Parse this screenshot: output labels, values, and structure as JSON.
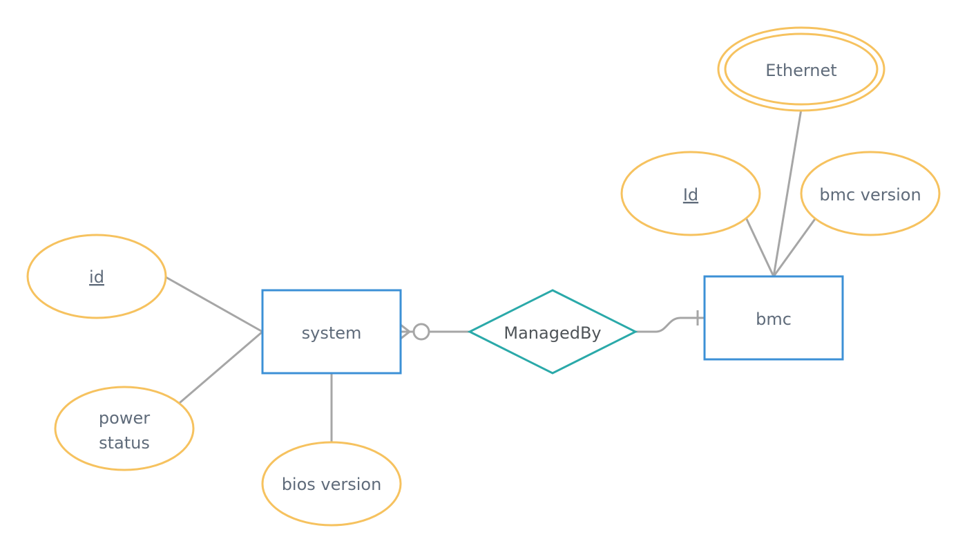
{
  "diagram": {
    "entities": {
      "system": {
        "label": "system"
      },
      "bmc": {
        "label": "bmc"
      }
    },
    "relationship": {
      "label": "ManagedBy"
    },
    "attributes": {
      "system_id": {
        "label": "id",
        "key": true
      },
      "power_status": {
        "lines": [
          "power",
          "status"
        ]
      },
      "bios_version": {
        "label": "bios version"
      },
      "bmc_id": {
        "label": "Id",
        "key": true
      },
      "ethernet": {
        "label": "Ethernet",
        "multivalued": true
      },
      "bmc_version": {
        "label": "bmc version"
      }
    },
    "cardinality": {
      "system_side": "zero-or-many",
      "bmc_side": "exactly-one"
    },
    "colors": {
      "attribute_stroke": "#f6c25f",
      "entity_stroke": "#3c90d6",
      "relationship_stroke": "#2aa9a9",
      "connector": "#a6a6a6",
      "text": "#5f6b7a"
    }
  }
}
